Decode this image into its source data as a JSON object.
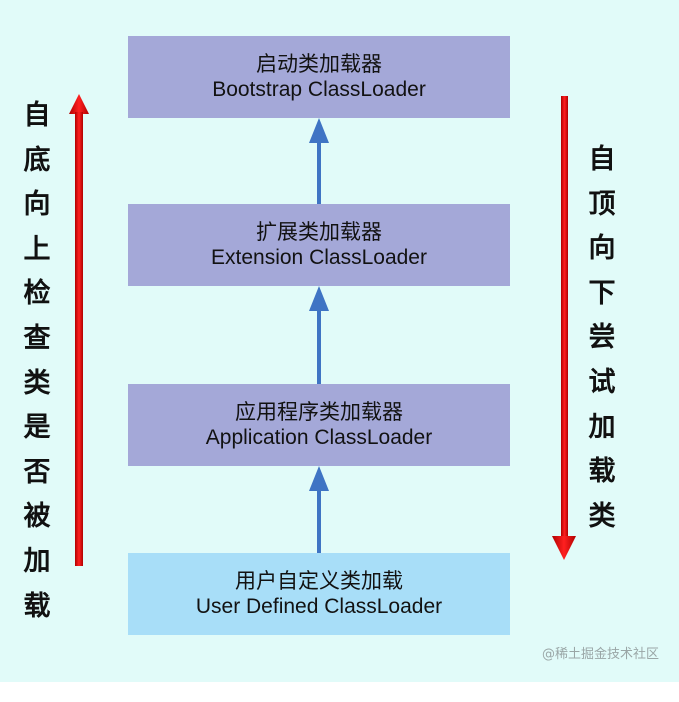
{
  "boxes": {
    "bootstrap": {
      "cn": "启动类加载器",
      "en": "Bootstrap ClassLoader"
    },
    "extension": {
      "cn": "扩展类加载器",
      "en": "Extension ClassLoader"
    },
    "application": {
      "cn": "应用程序类加载器",
      "en": "Application ClassLoader"
    },
    "user": {
      "cn": "用户自定义类加载",
      "en": "User Defined ClassLoader"
    }
  },
  "left_caption": "自底向上检查类是否被加载",
  "right_caption": "自顶向下尝试加载类",
  "watermark": "@稀土掘金技术社区",
  "colors": {
    "background": "#e1fbf9",
    "loader_box": "#a4a8d8",
    "user_box": "#a8def8",
    "connector_arrow": "#3f74c4",
    "side_arrow": "#e01010"
  }
}
